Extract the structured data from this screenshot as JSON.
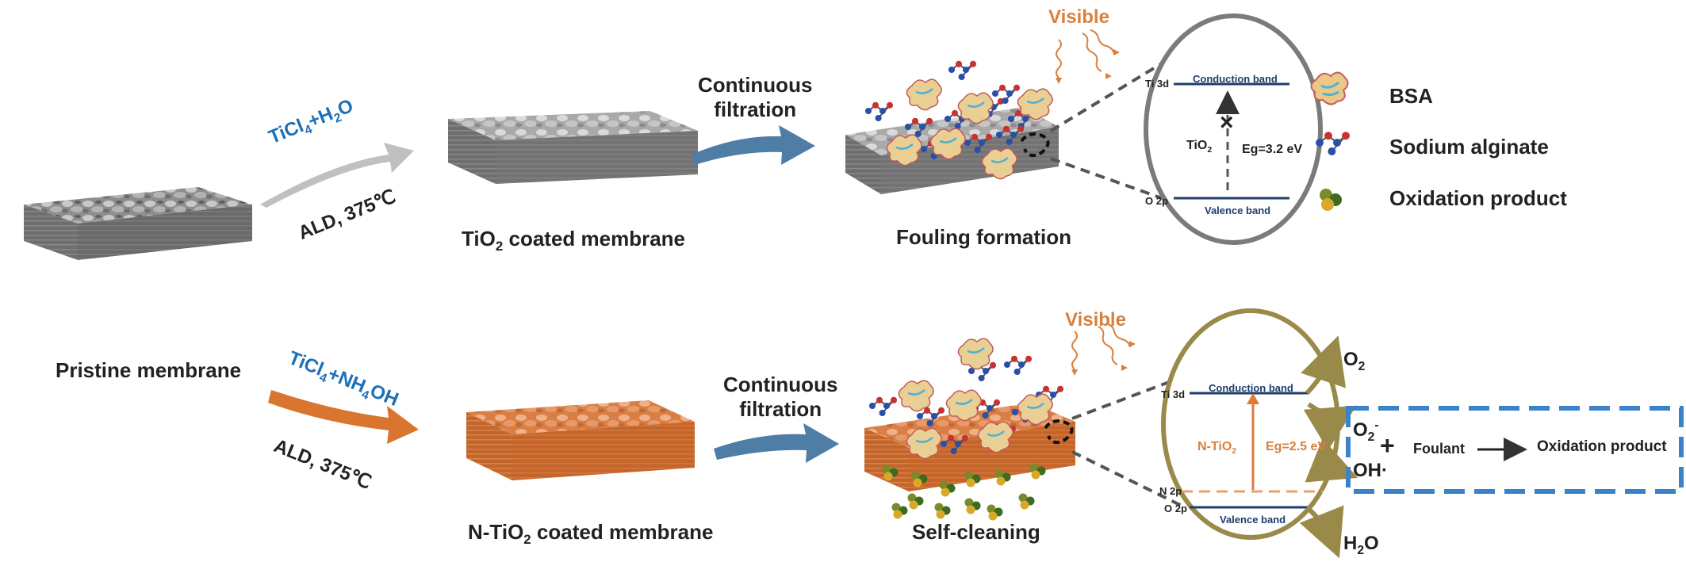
{
  "colors": {
    "gray_membrane": "#9a9a9a",
    "orange_membrane": "#d9824a",
    "blue_text": "#1f6fb5",
    "orange_text": "#d8803f",
    "arrow_blue": "#4e7da6",
    "arrow_gray": "#c0c0c0",
    "arrow_orange": "#d8752f",
    "band_line": "#1f3d6b",
    "oval_gray": "#7b7b7b",
    "oval_olive": "#9a8a4a",
    "dash_blue": "#3b82c8"
  },
  "icons": [
    "bsa-protein-icon",
    "sodium-alginate-icon",
    "oxidation-product-icon",
    "visible-light-icon"
  ],
  "left": {
    "pristine_label": "Pristine membrane"
  },
  "top": {
    "precursor_a": "TiCl",
    "precursor_sub": "4",
    "precursor_b": "+H",
    "precursor_sub2": "2",
    "precursor_c": "O",
    "ald": "ALD, 375℃",
    "coated_a": "TiO",
    "coated_sub": "2",
    "coated_b": " coated membrane",
    "filtration_1": "Continuous",
    "filtration_2": "filtration",
    "fouling": "Fouling formation",
    "visible": "Visible",
    "ti3d": "Ti 3d",
    "o2p": "O 2p",
    "cb": "Conduction band",
    "vb": "Valence band",
    "tio2_a": "TiO",
    "tio2_sub": "2",
    "eg": "Eg=3.2 eV",
    "cross": "×"
  },
  "legend": {
    "bsa": "BSA",
    "alginate": "Sodium alginate",
    "oxidation": "Oxidation product"
  },
  "bottom": {
    "precursor_a": "TiCl",
    "precursor_sub": "4",
    "precursor_b": "+NH",
    "precursor_sub2": "4",
    "precursor_c": "OH",
    "ald": "ALD, 375℃",
    "coated_a": "N-TiO",
    "coated_sub": "2",
    "coated_b": " coated membrane",
    "filtration_1": "Continuous",
    "filtration_2": "filtration",
    "selfclean": "Self-cleaning",
    "visible": "Visible",
    "ti3d": "Ti 3d",
    "n2p": "N 2p",
    "o2p": "O 2p",
    "cb": "Conduction band",
    "vb": "Valence band",
    "ntio2_a": "N-TiO",
    "ntio2_sub": "2",
    "eg": "Eg=2.5 eV",
    "o2": "O",
    "o2_sub": "2",
    "o2rad": "O",
    "o2rad_sub": "2",
    "o2rad_sup": "-",
    "plus": "+",
    "oh": "OH·",
    "h2o_a": "H",
    "h2o_sub": "2",
    "h2o_b": "O",
    "foulant": "Foulant",
    "product": "Oxidation product"
  }
}
